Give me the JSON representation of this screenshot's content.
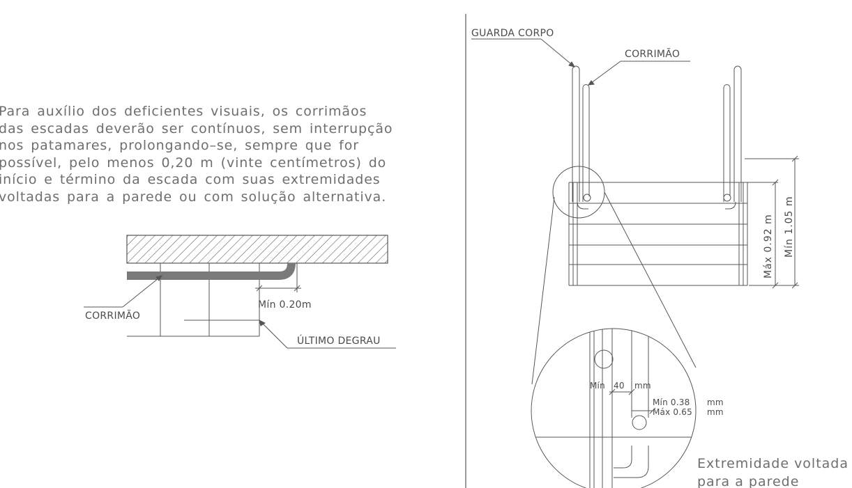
{
  "paragraph": [
    "Para auxílio dos deficientes visuais, os corrimãos",
    "das escadas deverão ser contínuos, sem interrupção",
    "nos patamares, prolongando–se, sempre que for",
    "possível, pelo menos 0,20 m (vinte centímetros) do",
    "início e término da escada com suas extremidades",
    "voltadas para a parede ou com solução alternativa."
  ],
  "plan_detail": {
    "handrail_label": "CORRIMÃO",
    "min_extension": "Mín 0.20m",
    "last_step_label": "ÚLTIMO DEGRAU"
  },
  "elevation": {
    "guard_label": "GUARDA CORPO",
    "handrail_label": "CORRIMÃO",
    "max_height": "Máx 0.92 m",
    "min_height": "Mín 1.05 m"
  },
  "zoom_detail": {
    "min_gap": "Mín",
    "gap_value": "40",
    "gap_unit": "mm",
    "min_diameter": "Mín 0.38",
    "max_diameter": "Máx 0.65",
    "diameter_unit_1": "mm",
    "diameter_unit_2": "mm",
    "note_line1": "Extremidade voltada",
    "note_line2": "para a parede"
  }
}
